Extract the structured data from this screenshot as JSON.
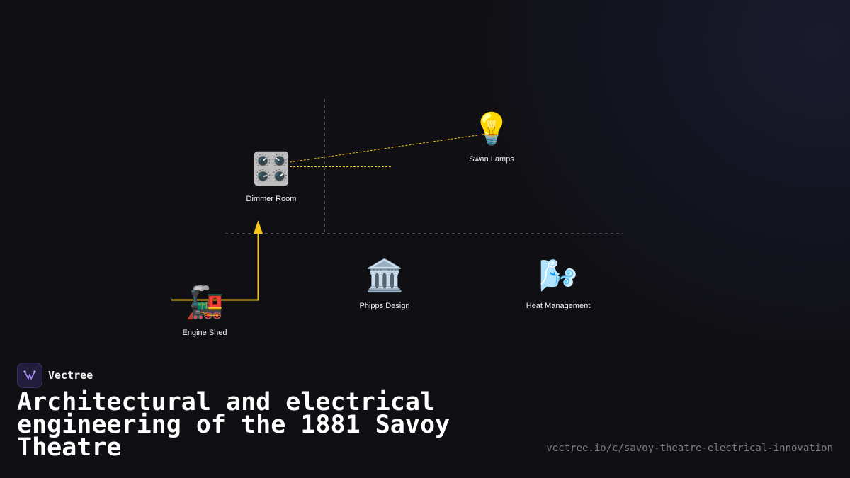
{
  "brand": {
    "name": "Vectree",
    "logo_icon": "vectree-logo-icon"
  },
  "title": "Architectural and electrical engineering of the 1881 Savoy Theatre",
  "url": "vectree.io/c/savoy-theatre-electrical-innovation",
  "colors": {
    "background": "#101014",
    "connector": "#f5c518",
    "guide": "#4a4a52",
    "accent": "#8b5cf6"
  },
  "nodes": {
    "dimmer_room": {
      "label": "Dimmer Room",
      "icon": "🎛️",
      "icon_name": "control-knobs-icon"
    },
    "swan_lamps": {
      "label": "Swan Lamps",
      "icon": "💡",
      "icon_name": "light-bulb-icon"
    },
    "engine_shed": {
      "label": "Engine Shed",
      "icon": "🚂",
      "icon_name": "locomotive-icon"
    },
    "phipps_design": {
      "label": "Phipps Design",
      "icon": "🏛️",
      "icon_name": "classical-building-icon"
    },
    "heat_management": {
      "label": "Heat Management",
      "icon": "🌬️",
      "icon_name": "wind-face-icon"
    }
  },
  "connections": [
    {
      "from": "engine_shed",
      "to": "dimmer_room",
      "style": "solid-arrow"
    },
    {
      "from": "dimmer_room",
      "to": "swan_lamps",
      "style": "dashed"
    }
  ]
}
